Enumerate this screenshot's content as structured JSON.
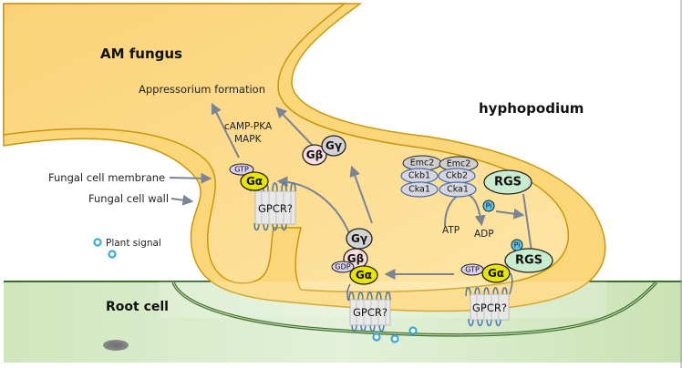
{
  "labels": {
    "am_fungus": "AM fungus",
    "hyphopodium": "hyphopodium",
    "root_cell": "Root cell",
    "appressorium_formation": "Appressorium formation",
    "camp_pka": "cAMP-PKA",
    "mapk": "MAPK",
    "fungal_cell_membrane": "Fungal cell membrane",
    "fungal_cell_wall": "Fungal cell wall",
    "plant_signal": "Plant signal",
    "atp": "ATP",
    "adp": "ADP"
  },
  "molecules": {
    "gtp": "GTP",
    "gdp": "GDP",
    "g_alpha": "Gα",
    "g_beta": "Gβ",
    "g_gamma": "Gγ",
    "gpcr": "GPCR?",
    "rgs": "RGS",
    "pi": "Pi",
    "emc2": "Emc2",
    "ckb1": "Ckb1",
    "ckb2": "Ckb2",
    "cka1": "Cka1"
  },
  "colors": {
    "fungus_fill": "#fcd77a",
    "fungus_inner": "#fde39a",
    "fungus_wall": "#c8960c",
    "root_fill": "#d6ebc4",
    "root_border": "#3e6b2e",
    "g_alpha": "#e8e600",
    "g_beta": "#f9dede",
    "g_gamma": "#d3d3d3",
    "gtp_gdp": "#d9cff0",
    "rgs": "#c9ecd0",
    "pi": "#5cc6ea",
    "ck": "#d6d6e0",
    "emc": "#cfcfcf",
    "arrow": "#7a8494",
    "plant_signal": "#3aa9d9"
  }
}
